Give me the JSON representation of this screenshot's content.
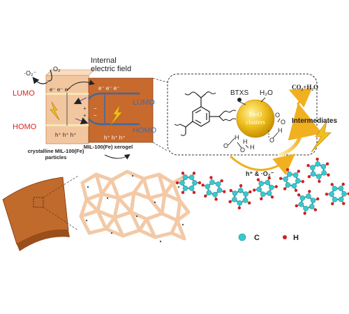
{
  "labels": {
    "superoxide_left": "·O₂⁻",
    "o2": "O₂",
    "electrons_left": "e⁻ e⁻ e⁻",
    "internal_field_line1": "Internal",
    "internal_field_line2": "electric field",
    "lumo_left": "LUMO",
    "homo_left": "HOMO",
    "electrons_right": "e⁻ e⁻ e⁻",
    "lumo_right": "LUMO",
    "homo_right": "HOMO",
    "holes_left": "h⁺ h⁺ h⁺",
    "holes_right": "h⁺ h⁺ h⁺",
    "crystalline_line1": "crystalline MIL-100(Fe)",
    "crystalline_line2": "particles",
    "xerogel": "MIL-100(Fe) xerogel",
    "btxs": "BTXS",
    "h2o_top": "H₂O",
    "cluster_line1": "Fe-O",
    "cluster_line2": "clusters",
    "co2_h2o": "CO₂+H₂O",
    "intermediates": "Intermediates",
    "h_and_o2": "h⁺ & ·O₂⁻",
    "legend_c": "C",
    "legend_h": "H"
  },
  "colors": {
    "left_block": "#f2c7a0",
    "right_block": "#c8692e",
    "lumo_red": "#e02020",
    "lumo_blue": "#2f6fc0",
    "cluster_gold": "#f0c020",
    "carbon": "#38c8d0",
    "hydrogen": "#d02020",
    "arrow_gold": "#f0b020",
    "xerogel_tan": "#f3c9a6"
  }
}
